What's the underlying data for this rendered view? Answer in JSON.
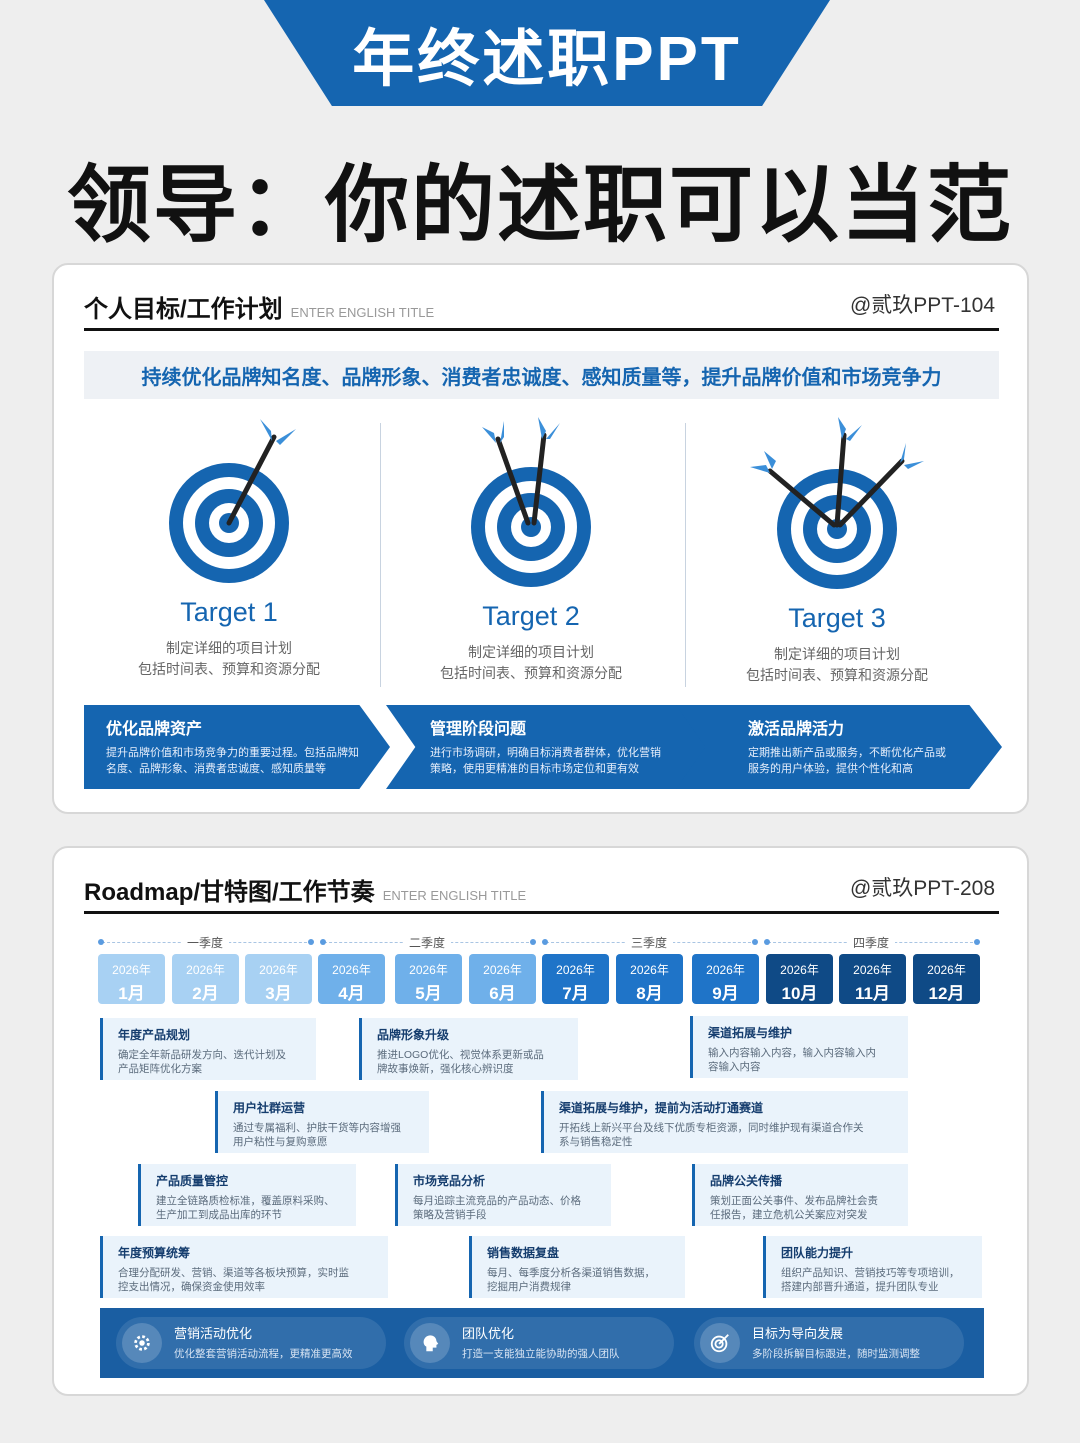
{
  "banner": {
    "title": "年终述职PPT"
  },
  "headline": "领导：你的述职可以当范本！",
  "card1": {
    "title": "个人目标/工作计划",
    "subtitle_en": "ENTER ENGLISH TITLE",
    "handle": "@贰玖PPT-104",
    "slogan": "持续优化品牌知名度、品牌形象、消费者忠诚度、感知质量等，提升品牌价值和市场竞争力",
    "targets": [
      {
        "name": "Target 1",
        "line1": "制定详细的项目计划",
        "line2": "包括时间表、预算和资源分配",
        "icon": "target-one-arrow-icon"
      },
      {
        "name": "Target 2",
        "line1": "制定详细的项目计划",
        "line2": "包括时间表、预算和资源分配",
        "icon": "target-two-arrows-icon"
      },
      {
        "name": "Target 3",
        "line1": "制定详细的项目计划",
        "line2": "包括时间表、预算和资源分配",
        "icon": "target-three-arrows-icon"
      }
    ],
    "steps": [
      {
        "title": "优化品牌资产",
        "line1": "提升品牌价值和市场竞争力的重要过程。包括品牌知",
        "line2": "名度、品牌形象、消费者忠诚度、感知质量等"
      },
      {
        "title": "管理阶段问题",
        "line1": "进行市场调研，明确目标消费者群体，优化营销",
        "line2": "策略，使用更精准的目标市场定位和更有效"
      },
      {
        "title": "激活品牌活力",
        "line1": "定期推出新产品或服务，不断优化产品或",
        "line2": "服务的用户体验，提供个性化和高"
      }
    ]
  },
  "card2": {
    "title": "Roadmap/甘特图/工作节奏",
    "subtitle_en": "ENTER ENGLISH TITLE",
    "handle": "@贰玖PPT-208",
    "quarters": [
      "一季度",
      "二季度",
      "三季度",
      "四季度"
    ],
    "months": [
      {
        "year": "2026年",
        "month": "1月",
        "color": "#a8d1f3"
      },
      {
        "year": "2026年",
        "month": "2月",
        "color": "#a8d1f3"
      },
      {
        "year": "2026年",
        "month": "3月",
        "color": "#a8d1f3"
      },
      {
        "year": "2026年",
        "month": "4月",
        "color": "#6fb0ea"
      },
      {
        "year": "2026年",
        "month": "5月",
        "color": "#6fb0ea"
      },
      {
        "year": "2026年",
        "month": "6月",
        "color": "#6fb0ea"
      },
      {
        "year": "2026年",
        "month": "7月",
        "color": "#1f74c8"
      },
      {
        "year": "2026年",
        "month": "8月",
        "color": "#1f74c8"
      },
      {
        "year": "2026年",
        "month": "9月",
        "color": "#1f74c8"
      },
      {
        "year": "2026年",
        "month": "10月",
        "color": "#0f4a86"
      },
      {
        "year": "2026年",
        "month": "11月",
        "color": "#0f4a86"
      },
      {
        "year": "2026年",
        "month": "12月",
        "color": "#0f4a86"
      }
    ],
    "tasks": [
      {
        "title": "年度产品规划",
        "line1": "确定全年新品研发方向、迭代计划及",
        "line2": "产品矩阵优化方案"
      },
      {
        "title": "品牌形象升级",
        "line1": "推进LOGO优化、视觉体系更新或品",
        "line2": "牌故事焕新，强化核心辨识度"
      },
      {
        "title": "渠道拓展与维护",
        "line1": "输入内容输入内容，输入内容输入内",
        "line2": "容输入内容"
      },
      {
        "title": "用户社群运营",
        "line1": "通过专属福利、护肤干货等内容增强",
        "line2": "用户粘性与复购意愿"
      },
      {
        "title": "渠道拓展与维护，提前为活动打通赛道",
        "line1": "开拓线上新兴平台及线下优质专柜资源，同时维护现有渠道合作关",
        "line2": "系与销售稳定性"
      },
      {
        "title": "产品质量管控",
        "line1": "建立全链路质检标准，覆盖原料采购、",
        "line2": "生产加工到成品出库的环节"
      },
      {
        "title": "市场竞品分析",
        "line1": "每月追踪主流竞品的产品动态、价格",
        "line2": "策略及营销手段"
      },
      {
        "title": "品牌公关传播",
        "line1": "策划正面公关事件、发布品牌社会责",
        "line2": "任报告，建立危机公关案应对突发"
      },
      {
        "title": "年度预算统筹",
        "line1": "合理分配研发、营销、渠道等各板块预算，实时监",
        "line2": "控支出情况，确保资金使用效率"
      },
      {
        "title": "销售数据复盘",
        "line1": "每月、每季度分析各渠道销售数据，",
        "line2": "挖掘用户消费规律"
      },
      {
        "title": "团队能力提升",
        "line1": "组织产品知识、营销技巧等专项培训，",
        "line2": "搭建内部晋升通道，提升团队专业"
      }
    ],
    "footer": [
      {
        "title": "营销活动优化",
        "desc": "优化整套营销活动流程，更精准更高效",
        "icon": "gear-icon"
      },
      {
        "title": "团队优化",
        "desc": "打造一支能独立能协助的强人团队",
        "icon": "head-profile-icon"
      },
      {
        "title": "目标为导向发展",
        "desc": "多阶段拆解目标跟进，随时监测调整",
        "icon": "target-icon"
      }
    ]
  }
}
